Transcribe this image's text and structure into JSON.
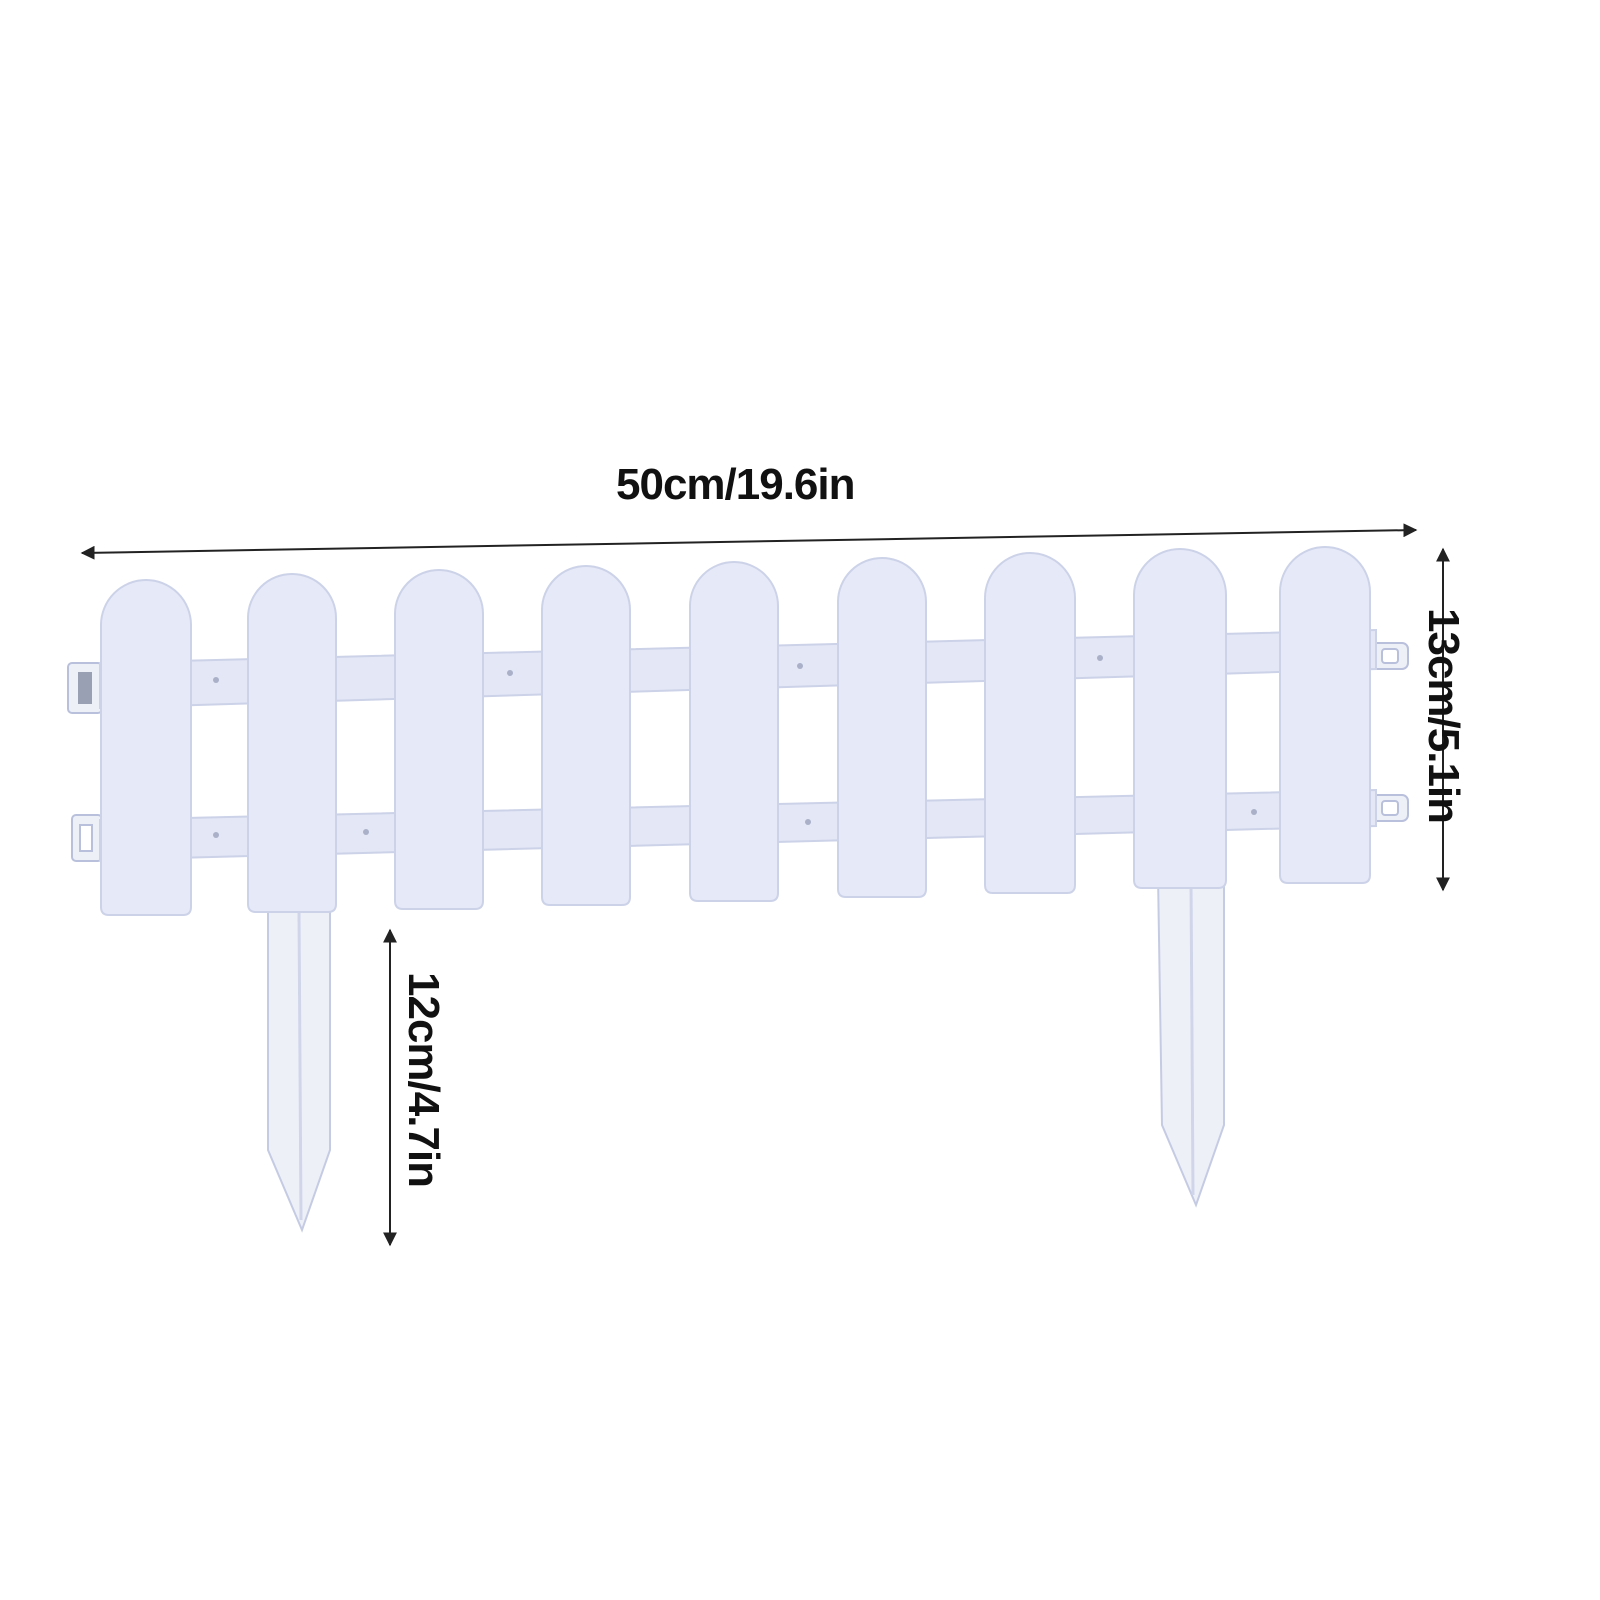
{
  "product": {
    "name": "Picket fence garden border panel",
    "color": "#e6e9f8",
    "picket_count": 9,
    "stake_count": 2
  },
  "dimensions": {
    "width_label": "50cm/19.6in",
    "height_label": "13cm/5.1in",
    "stake_label": "12cm/4.7in"
  },
  "colors": {
    "fence": "#e6e9f8",
    "fence_shade": "#d7dcef",
    "fence_edge": "#c9cfe6",
    "stake": "#eef0f8",
    "arrow": "#222222",
    "text": "#111111"
  }
}
